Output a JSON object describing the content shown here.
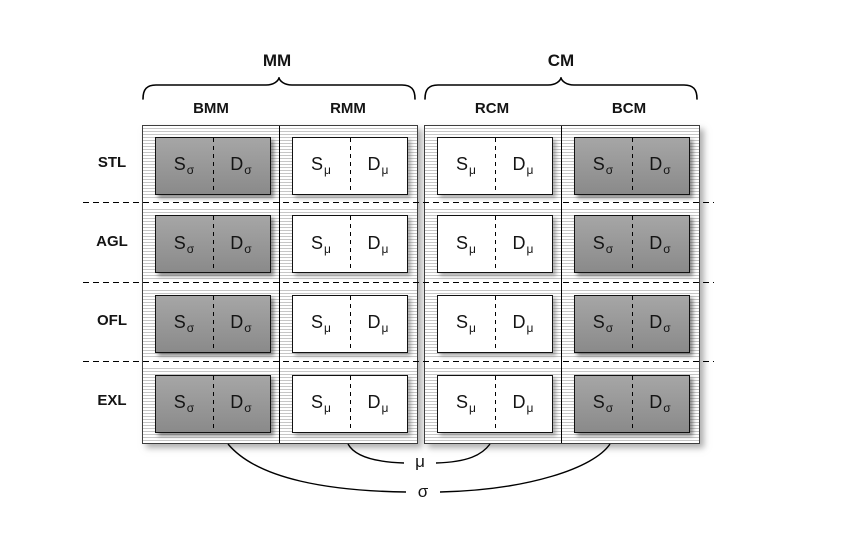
{
  "figure": {
    "row_labels": [
      "STL",
      "AGL",
      "OFL",
      "EXL"
    ],
    "groups": [
      {
        "label": "MM",
        "columns": [
          {
            "label": "BMM",
            "box_style": "sigma",
            "s": "S",
            "d": "D",
            "sub": "σ"
          },
          {
            "label": "RMM",
            "box_style": "mu",
            "s": "S",
            "d": "D",
            "sub": "μ"
          }
        ]
      },
      {
        "label": "CM",
        "columns": [
          {
            "label": "RCM",
            "box_style": "mu",
            "s": "S",
            "d": "D",
            "sub": "μ"
          },
          {
            "label": "BCM",
            "box_style": "sigma",
            "s": "S",
            "d": "D",
            "sub": "σ"
          }
        ]
      }
    ],
    "links": [
      {
        "label": "μ",
        "connects": [
          "RMM",
          "RCM"
        ]
      },
      {
        "label": "σ",
        "connects": [
          "BMM",
          "BCM"
        ]
      }
    ],
    "colors": {
      "sigma_box_top": "#a6a6a6",
      "sigma_box_bottom": "#8a8a8a",
      "mu_box": "#ffffff",
      "hatch_line": "#c6c6c6",
      "line": "#000000"
    }
  }
}
